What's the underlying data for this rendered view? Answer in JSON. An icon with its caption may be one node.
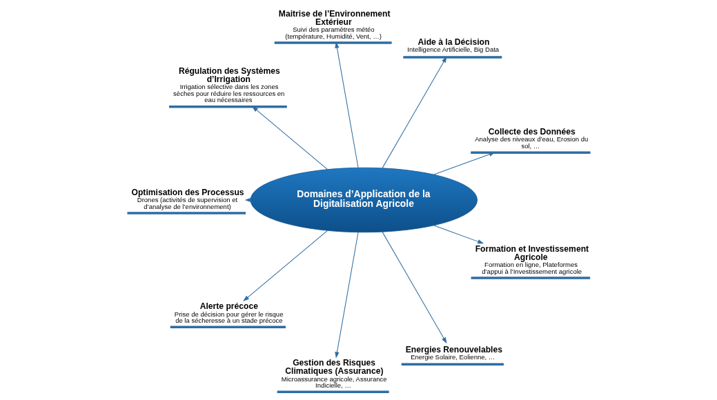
{
  "diagram": {
    "nodes": [
      {
        "text": [
          "Collecte des Données",
          "Analyse des niveaux d’eau, Erosion du sol, …"
        ]
      },
      {
        "text": [
          "Aide à la Décision",
          "Intelligence Artificielle, Big Data"
        ]
      },
      {
        "text": [
          "Maitrise de l’Environnement Extérieur",
          "Suivi des paramètres météo (température, Humidité, Vent, …)"
        ]
      },
      {
        "text": [
          "Régulation des Systèmes d’Irrigation",
          "Irrigation sélective dans les zones sèches pour réduire les ressources en eau nécessaires"
        ]
      },
      {
        "text": [
          "Domaines d’Application de la Digitalisation Agricole"
        ]
      },
      {
        "text": [
          "Optimisation des Processus",
          "Drones (activités de supervision et d’analyse de l’environnement)"
        ]
      },
      {
        "text": [
          "Alerte précoce",
          "Prise de décision pour gérer le risque de la sécheresse à un stade précoce"
        ]
      },
      {
        "text": [
          "Gestion des Risques Climatiques (Assurance)",
          "Microassurance agricole, Assurance Indicielle, …"
        ]
      },
      {
        "text": [
          "Energies Renouvelables",
          "Energie Solaire, Eolienne, …"
        ]
      },
      {
        "text": [
          "Formation et Investissement Agricole",
          "Formation en ligne, Plateformes d’appui à l’Investissement agricole"
        ]
      }
    ],
    "edges": [
      {
        "from": 4,
        "to": 0,
        "arrow": "to"
      },
      {
        "from": 4,
        "to": 1,
        "arrow": "to"
      },
      {
        "from": 4,
        "to": 2,
        "arrow": "to"
      },
      {
        "from": 4,
        "to": 3,
        "arrow": "to"
      },
      {
        "from": 4,
        "to": 5,
        "arrow": "to"
      },
      {
        "from": 4,
        "to": 6,
        "arrow": "to"
      },
      {
        "from": 4,
        "to": 7,
        "arrow": "to"
      },
      {
        "from": 4,
        "to": 8,
        "arrow": "to"
      },
      {
        "from": 4,
        "to": 9,
        "arrow": "to"
      }
    ]
  }
}
